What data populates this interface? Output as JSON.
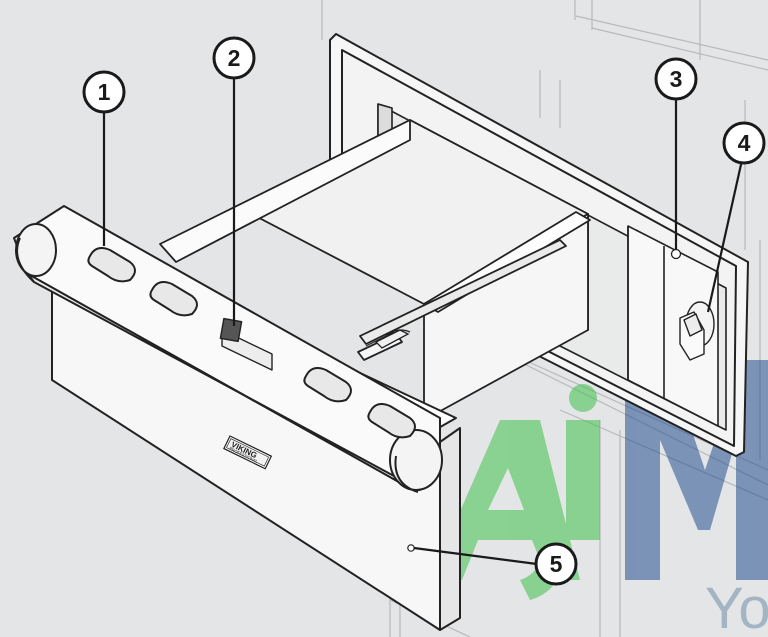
{
  "diagram": {
    "brand_badge": {
      "name": "VIKING",
      "sub": "PROFESSIONAL"
    },
    "callouts": [
      {
        "number": "1"
      },
      {
        "number": "2"
      },
      {
        "number": "3"
      },
      {
        "number": "4"
      },
      {
        "number": "5"
      }
    ],
    "watermark": {
      "text": "Your",
      "logo_colors": [
        "#3ec24a",
        "#23508f"
      ]
    },
    "colors": {
      "background": "#e4e5e6",
      "appliance_face": "#f7f7f7",
      "outline": "#222222"
    }
  }
}
